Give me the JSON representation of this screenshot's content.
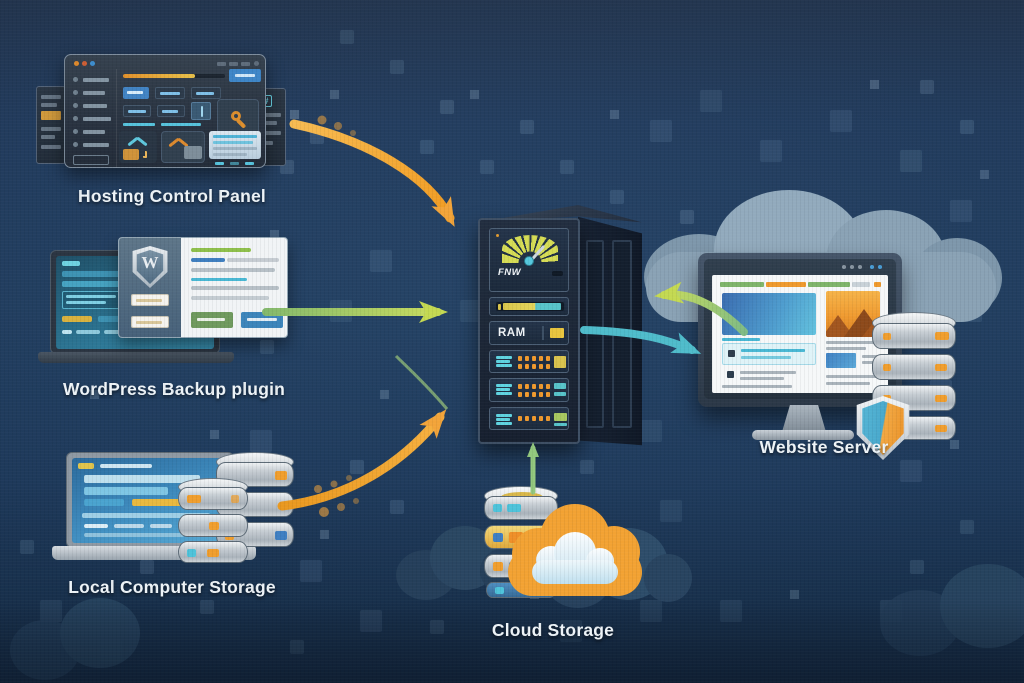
{
  "diagram": {
    "title_implicit": "Website backup flow illustration",
    "nodes": [
      {
        "id": "hosting-control-panel",
        "label": "Hosting Control Panel"
      },
      {
        "id": "wordpress-backup-plugin",
        "label": "WordPress Backup plugin"
      },
      {
        "id": "local-computer-storage",
        "label": "Local Computer Storage"
      },
      {
        "id": "backup-server",
        "label": "",
        "gauge_label": "FNW",
        "ram_label": "RAM"
      },
      {
        "id": "cloud-storage",
        "label": "Cloud Storage"
      },
      {
        "id": "website-server",
        "label": "Website Server"
      }
    ],
    "edges": [
      {
        "from": "hosting-control-panel",
        "to": "backup-server",
        "style": "curved",
        "color": "#f2a43a"
      },
      {
        "from": "wordpress-backup-plugin",
        "to": "backup-server",
        "style": "straight",
        "color": "#b8d35f"
      },
      {
        "from": "local-computer-storage",
        "to": "backup-server",
        "style": "curved",
        "color": "#f2a43a"
      },
      {
        "from": "cloud-storage",
        "to": "backup-server",
        "style": "straight-up",
        "color": "#93c87e"
      },
      {
        "from": "website-server",
        "to": "backup-server",
        "style": "curved",
        "color": "#b7d363"
      },
      {
        "from": "backup-server",
        "to": "website-server",
        "style": "curved",
        "color": "#4fbccb"
      }
    ]
  },
  "server": {
    "gauge_label": "FNW",
    "ram_label": "RAM"
  },
  "colors": {
    "background": "#1f3b5c",
    "arrow_orange": "#f2a43a",
    "arrow_green": "#b8d35f",
    "arrow_teal": "#4fbccb",
    "arrow_soft_green": "#93c87e",
    "label_text": "#eef4f8",
    "cloud_orange": "#f2a233"
  }
}
